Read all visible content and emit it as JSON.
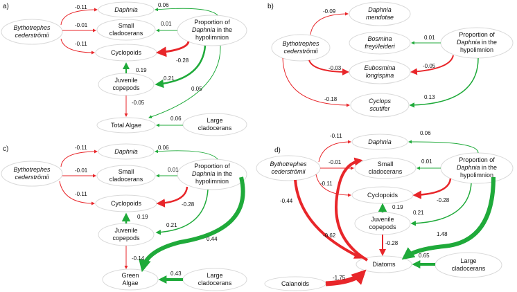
{
  "panels": [
    {
      "label": "a)"
    },
    {
      "label": "b)"
    },
    {
      "label": "c)"
    },
    {
      "label": "d)"
    }
  ],
  "node_labels": {
    "daphnia": "Daphnia",
    "bythotrephes_line1": "Bythotrephes",
    "bythotrephes_line2": "cederströmii",
    "small_clad_line1": "Small",
    "small_clad_line2": "cladocerans",
    "prop_line1": "Proportion of",
    "prop_line2_italic": "Daphnia",
    "prop_line2_rest": " in the",
    "prop_line3": "hypolimnion",
    "cyclopoids": "Cyclopoids",
    "juv_line1": "Juvenile",
    "juv_line2": "copepods",
    "total_algae": "Total Algae",
    "large_clad_line1": "Large",
    "large_clad_line2": "cladocerans",
    "daphnia_mendotae_line1": "Daphnia",
    "daphnia_mendotae_line2": "mendotae",
    "bosmina_line1": "Bosmina",
    "bosmina_line2": "freyi/leideri",
    "eubosmina_line1": "Eubosmina",
    "eubosmina_line2": "longispina",
    "cyclops_line1": "Cyclops",
    "cyclops_line2": "scutifer",
    "green_algae_line1": "Green",
    "green_algae_line2": "Algae",
    "diatoms": "Diatoms",
    "calanoids": "Calanoids"
  },
  "edges": {
    "a": {
      "byth_daphnia": "-0.11",
      "byth_small": "-0.01",
      "byth_cyclo": "-0.11",
      "prop_daphnia": "0.06",
      "prop_small": "0.01",
      "prop_cyclo": "-0.28",
      "juv_cyclo": "0.19",
      "prop_juv": "0.21",
      "juv_algae": "-0.05",
      "prop_algae": "0.05",
      "large_algae": "0.06"
    },
    "b": {
      "byth_dm": "-0.09",
      "prop_bos": "0.01",
      "byth_eub": "-0.03",
      "prop_eub": "-0.05",
      "byth_cyc": "-0.18",
      "prop_cyc": "0.13"
    },
    "c": {
      "byth_daphnia": "-0.11",
      "byth_small": "-0.01",
      "byth_cyclo": "-0.11",
      "prop_daphnia": "0.06",
      "prop_small": "0.01",
      "prop_cyclo": "-0.28",
      "juv_cyclo": "0.19",
      "prop_juv": "0.21",
      "prop_algae": "0.44",
      "juv_algae": "-0.14",
      "large_algae": "0.43"
    },
    "d": {
      "byth_daphnia": "-0.11",
      "byth_small": "-0.01",
      "byth_cyclo": "-0.11",
      "prop_daphnia": "0.06",
      "prop_small": "0.01",
      "prop_cyclo": "-0.28",
      "juv_cyclo": "0.19",
      "prop_juv": "0.21",
      "byth_diatoms": "-0.44",
      "juv_diatoms": "-0.28",
      "prop_diatoms": "1.48",
      "large_diatoms": "0.65",
      "calanoids_diatoms": "-1.75",
      "diatoms_byth": "-0.62"
    }
  },
  "colors": {
    "negative": "#e8262a",
    "positive": "#1faa3a",
    "node_border": "#d9d9d9"
  }
}
